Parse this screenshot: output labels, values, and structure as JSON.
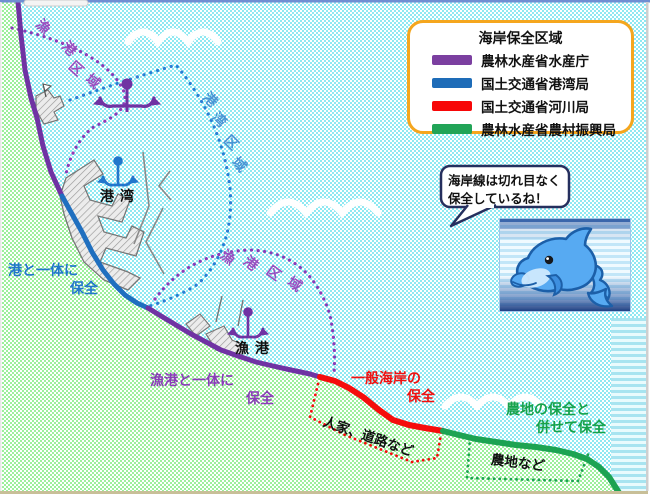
{
  "colors": {
    "fishery_purple": "#7033a3",
    "ports_blue": "#1f6fbf",
    "rivers_red": "#f50d0d",
    "rural_green": "#1ca352",
    "sea_base": "#8ee9f2",
    "land_base": "#9cf09c",
    "legend_border": "#f5a61e",
    "zone_purple_dots": "#8a3db8",
    "zone_blue_dots": "#2a7fd4"
  },
  "legend": {
    "title": "海岸保全区域",
    "items": [
      {
        "label": "農林水産省水産庁",
        "color": "#7b3fa0"
      },
      {
        "label": "国土交通省港湾局",
        "color": "#1e6cb8"
      },
      {
        "label": "国土交通省河川局",
        "color": "#f70708"
      },
      {
        "label": "農林水産省農村振興局",
        "color": "#21a457"
      }
    ]
  },
  "speech_bubble": {
    "line1": "海岸線は切れ目なく",
    "line2": "保全しているね！"
  },
  "labels": {
    "port": "港湾",
    "fishing_port": "漁港",
    "port_integrated_line1": "港と一体に",
    "port_integrated_line2": "保全",
    "fishing_integrated_line1": "漁港と一体に",
    "fishing_integrated_line2": "保全",
    "general_coast_line1": "一般海岸の",
    "general_coast_line2": "保全",
    "farmland_line1": "農地の保全と",
    "farmland_line2": "併せて保全",
    "houses_roads": "人家、道路など",
    "farmland_area": "農地など"
  },
  "zones": {
    "fishing_zone_1": {
      "label": "漁港区域",
      "chars": [
        "漁",
        "港",
        "区",
        "域"
      ]
    },
    "port_zone": {
      "label": "港湾区域",
      "chars": [
        "港",
        "湾",
        "区",
        "域"
      ]
    },
    "fishing_zone_2": {
      "label": "漁港区域",
      "chars": [
        "漁",
        "港",
        "区",
        "域"
      ]
    }
  }
}
